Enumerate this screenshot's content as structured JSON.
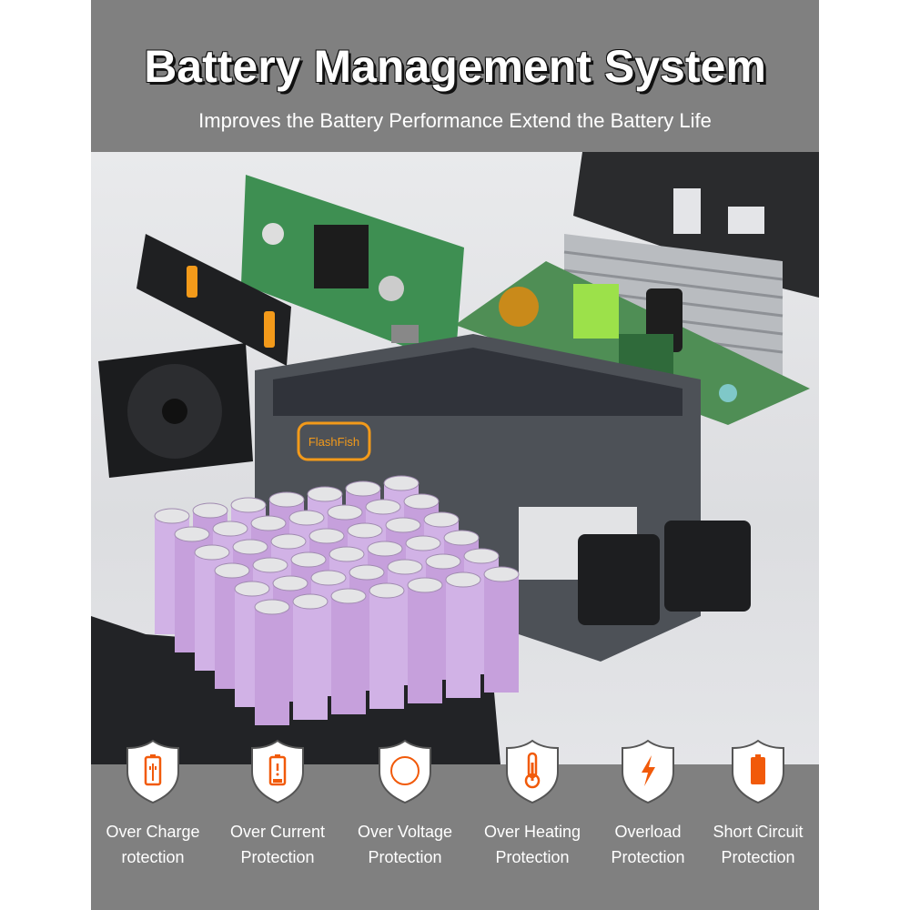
{
  "header": {
    "title": "Battery Management System",
    "subtitle": "Improves the Battery Performance Extend the Battery Life"
  },
  "product": {
    "logo_text": "FlashFish"
  },
  "colors": {
    "accent": "#f15a0a",
    "panel": "#808080",
    "cells": "#c9a3df"
  },
  "features": [
    {
      "line1": "Over Charge",
      "line2": "rotection",
      "icon": "battery-charge-icon"
    },
    {
      "line1": "Over Current",
      "line2": "Protection",
      "icon": "battery-alert-icon"
    },
    {
      "line1": "Over Voltage",
      "line2": "Protection",
      "icon": "cycle-icon"
    },
    {
      "line1": "Over Heating",
      "line2": "Protection",
      "icon": "thermometer-icon"
    },
    {
      "line1": "Overload",
      "line2": "Protection",
      "icon": "lightning-icon"
    },
    {
      "line1": "Short Circuit",
      "line2": "Protection",
      "icon": "battery-full-icon"
    }
  ]
}
